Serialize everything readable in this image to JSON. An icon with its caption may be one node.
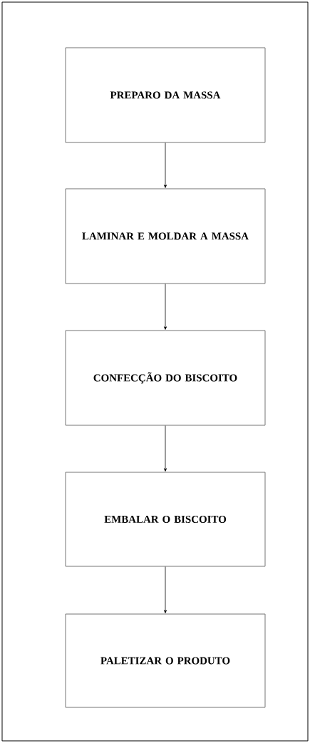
{
  "diagram": {
    "nodes": [
      {
        "text": [
          "PREPARO DA MASSA"
        ]
      },
      {
        "text": [
          "LAMINAR E MOLDAR A MASSA"
        ]
      },
      {
        "text": [
          "CONFECÇÃO DO BISCOITO"
        ]
      },
      {
        "text": [
          "EMBALAR O BISCOITO"
        ]
      },
      {
        "text": [
          "PALETIZAR O PRODUTO"
        ]
      }
    ],
    "edges": [
      {
        "from": 0,
        "to": 1,
        "arrow": "to"
      },
      {
        "from": 1,
        "to": 2,
        "arrow": "to"
      },
      {
        "from": 2,
        "to": 3,
        "arrow": "to"
      },
      {
        "from": 3,
        "to": 4,
        "arrow": "to"
      }
    ]
  }
}
